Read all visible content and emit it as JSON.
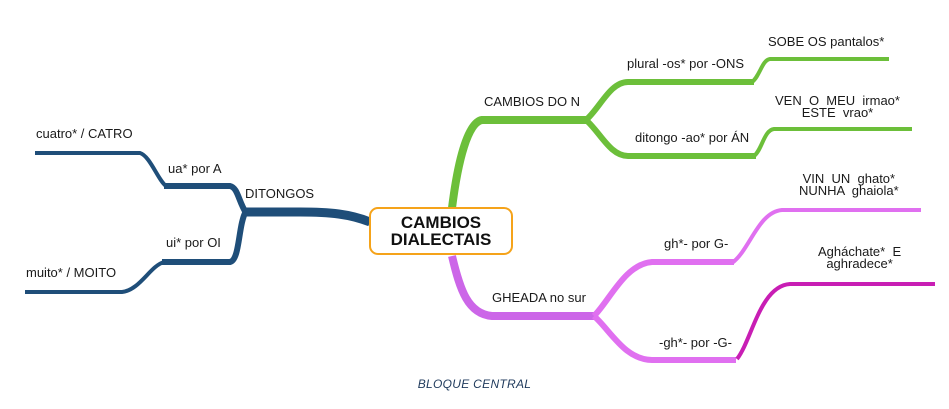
{
  "central": {
    "label": "CAMBIOS\nDIALECTAIS",
    "border_color": "#f5a31a"
  },
  "caption": "BLOQUE CENTRAL",
  "branches": {
    "ditongos": {
      "label": "DITONGOS",
      "color": "#1f4e79",
      "children": [
        {
          "label": "ua* por A",
          "example": "cuatro* / CATRO"
        },
        {
          "label": "ui* por OI",
          "example": "muito* / MOITO"
        }
      ]
    },
    "cambios_do_n": {
      "label": "CAMBIOS DO N",
      "color": "#6cbf3a",
      "children": [
        {
          "label": "plural -os* por -ONS",
          "example": "SOBE OS pantalos*"
        },
        {
          "label": "ditongo -ao* por ÁN",
          "example": "VEN  O  MEU  irmao*\nESTE  vrao*"
        }
      ]
    },
    "gheada": {
      "label": "GHEADA no sur",
      "color": "#cc66e8",
      "children": [
        {
          "label": "gh*- por G-",
          "example": "VIN  UN  ghato*\nNUNHA  ghaiola*",
          "color": "#e070f0"
        },
        {
          "label": "-gh*- por -G-",
          "example": "Agháchate*  E\naghradece*",
          "color": "#c81eb4"
        }
      ]
    }
  }
}
